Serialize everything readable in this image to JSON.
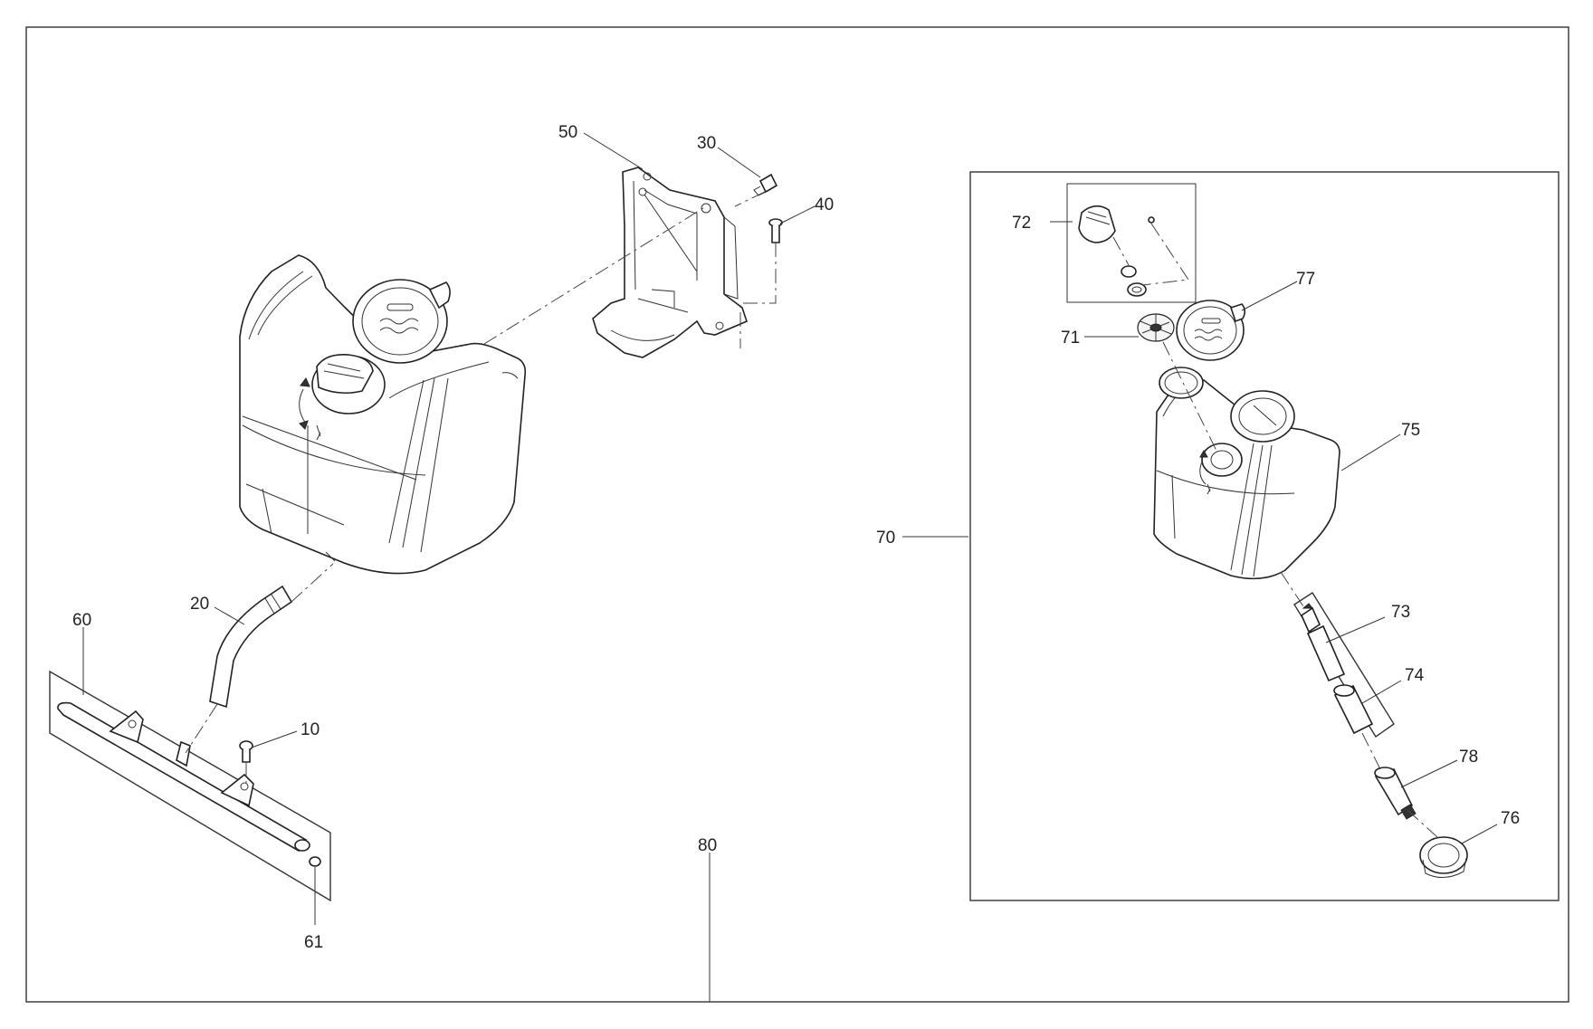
{
  "callouts": {
    "c10": "10",
    "c20": "20",
    "c30": "30",
    "c40": "40",
    "c50": "50",
    "c60": "60",
    "c61": "61",
    "c70": "70",
    "c71": "71",
    "c72": "72",
    "c73": "73",
    "c74": "74",
    "c75": "75",
    "c76": "76",
    "c77": "77",
    "c78": "78",
    "c80": "80"
  },
  "colors": {
    "line": "#333333",
    "background": "#ffffff"
  },
  "icons": {
    "tank_cap_symbol": "water-level-icon"
  }
}
